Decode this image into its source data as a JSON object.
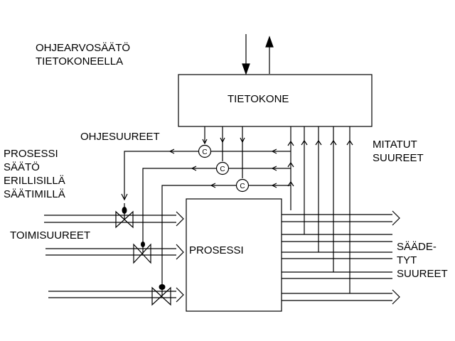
{
  "labels": {
    "title": "OHJEARVOSÄÄTÖ\nTIETOKONEELLA",
    "computer": "TIETOKONE",
    "setpoints": "OHJESUUREET",
    "measured": "MITATUT\nSUUREET",
    "control": "PROSESSI\nSÄÄTÖ\nERILLISILLÄ\nSÄÄTIMILLÄ",
    "actuating": "TOIMISUUREET",
    "process": "PROSESSI",
    "controlled": "SÄÄDE-\nTYT\nSUUREET",
    "controller_symbol": "C"
  }
}
